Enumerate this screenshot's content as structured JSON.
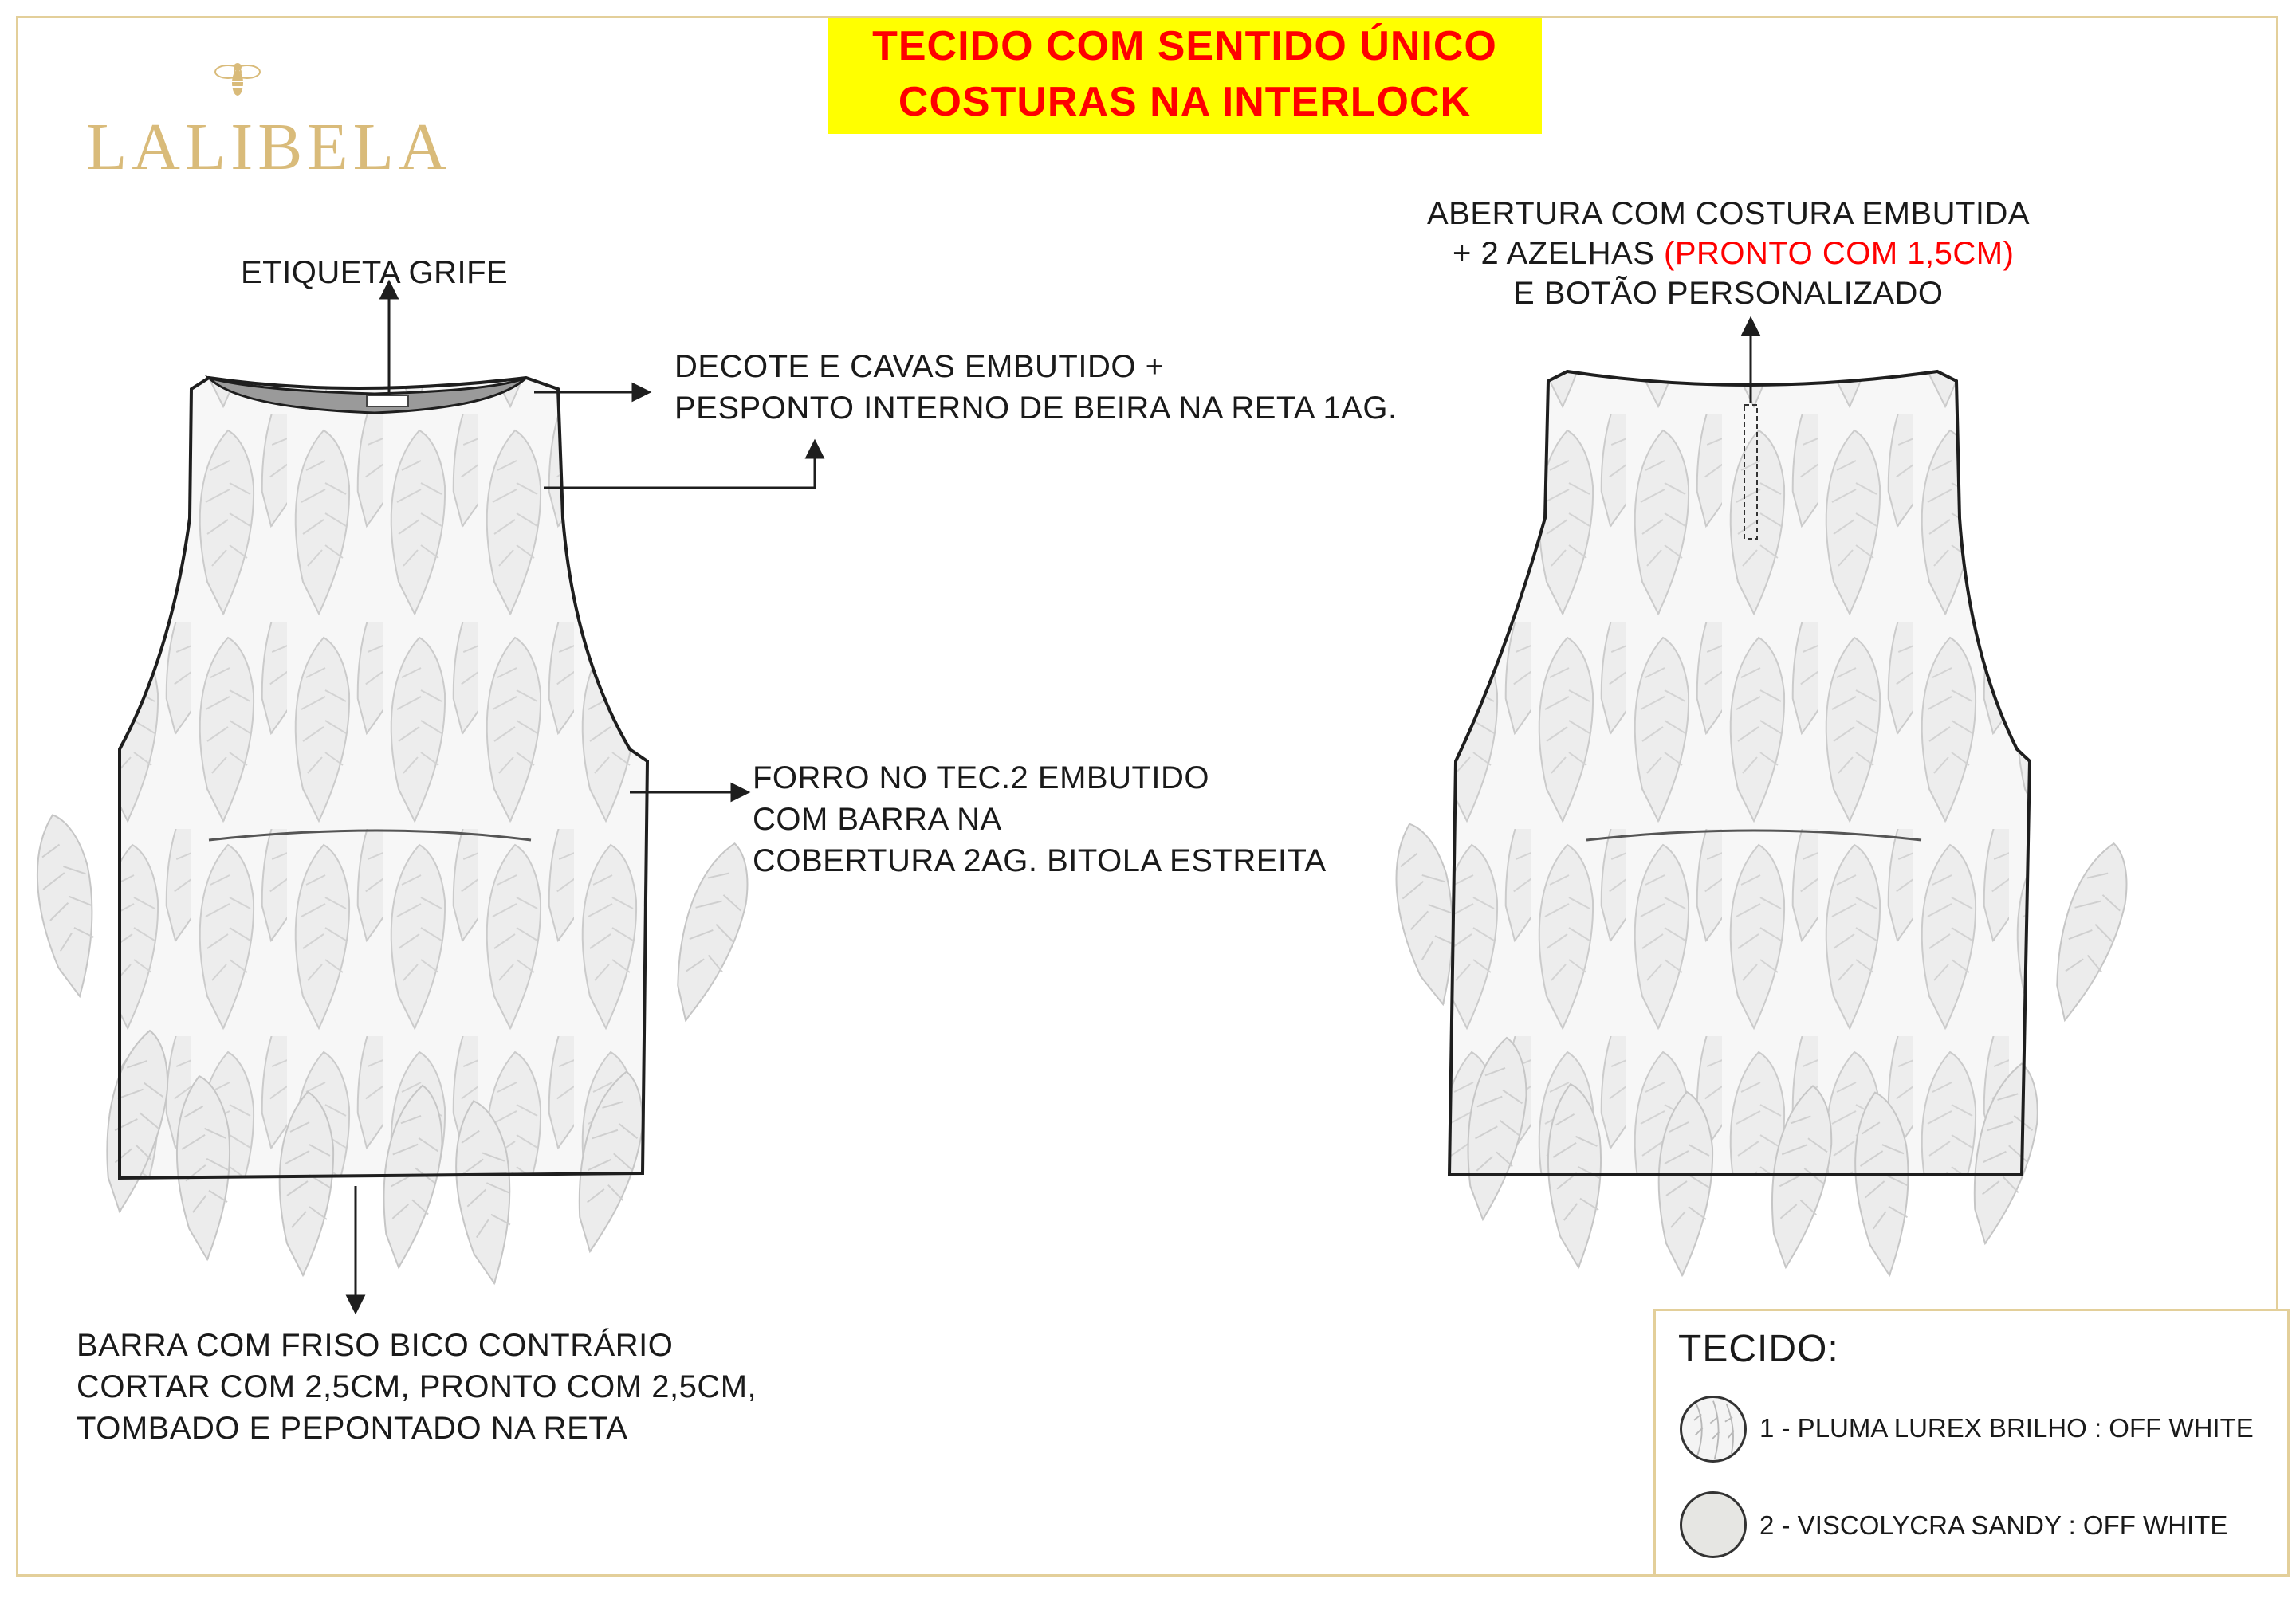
{
  "header": {
    "title_line1": "TECIDO COM SENTIDO ÚNICO",
    "title_line2": "COSTURAS NA INTERLOCK"
  },
  "brand": {
    "name": "LALIBELA",
    "logo_icon": "bee-icon"
  },
  "annotations": {
    "etiqueta": "ETIQUETA GRIFE",
    "decote_1": "DECOTE E CAVAS EMBUTIDO +",
    "decote_2": "PESPONTO INTERNO DE BEIRA NA RETA 1AG.",
    "forro_1": "FORRO NO TEC.2 EMBUTIDO",
    "forro_2": "COM BARRA NA",
    "forro_3": "COBERTURA 2AG. BITOLA ESTREITA",
    "barra_1": "BARRA COM FRISO BICO CONTRÁRIO",
    "barra_2": "CORTAR COM 2,5CM, PRONTO COM 2,5CM,",
    "barra_3": "TOMBADO E PEPONTADO NA RETA",
    "abertura_1": "ABERTURA COM COSTURA EMBUTIDA",
    "abertura_2a": "+ 2 AZELHAS ",
    "abertura_2b": "(PRONTO COM 1,5CM)",
    "abertura_3": "E BOTÃO PERSONALIZADO"
  },
  "legend": {
    "title": "TECIDO:",
    "items": [
      {
        "label": "1 - PLUMA LUREX BRILHO : OFF WHITE",
        "swatch": "feather-print"
      },
      {
        "label": "2 - VISCOLYCRA SANDY : OFF WHITE",
        "swatch": "#e6e6e3"
      }
    ]
  },
  "colors": {
    "title_bg": "#ffff00",
    "title_text": "#ff0000",
    "brand_gold": "#d9bb7a",
    "feather_gray": "#c4c4c4"
  }
}
